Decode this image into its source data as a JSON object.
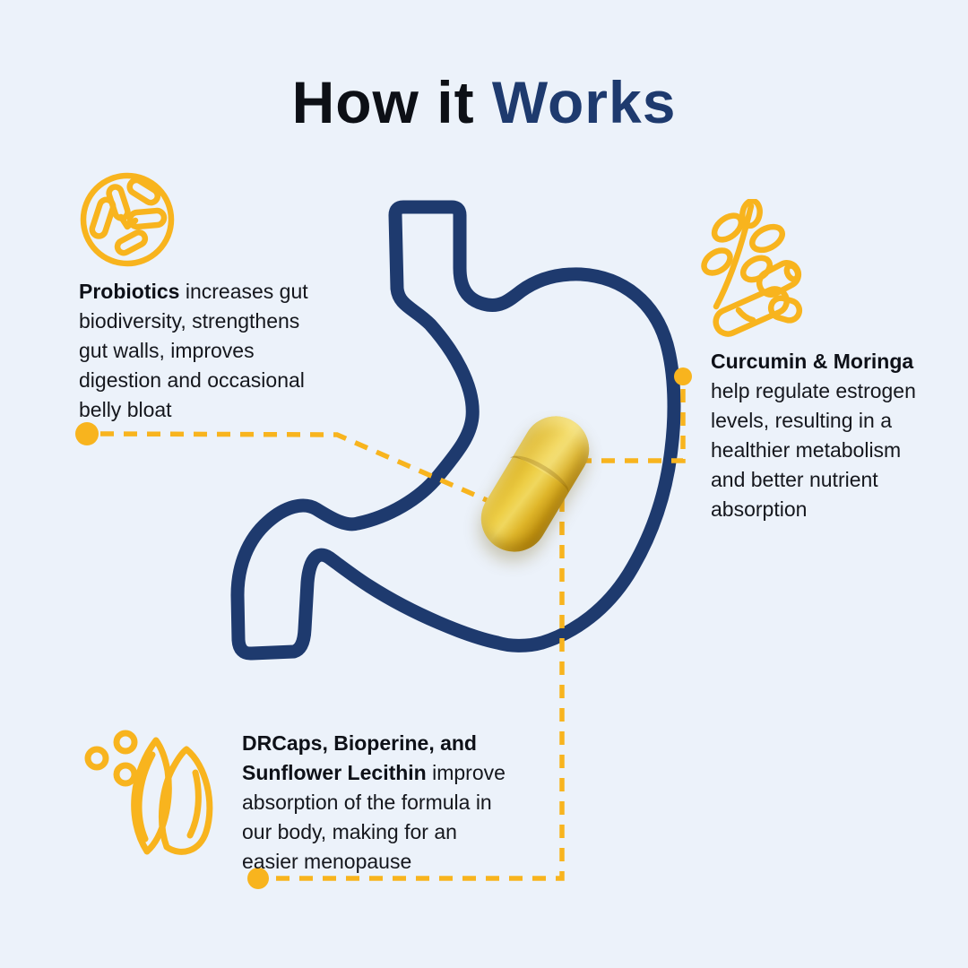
{
  "page": {
    "background": "#ecf2fa",
    "accent_yellow": "#f8b41e",
    "navy": "#1e3a6e"
  },
  "title": {
    "part1": "How it ",
    "part2": "Works"
  },
  "callouts": [
    {
      "id": "probiotics",
      "icon": "probiotics-bacteria-icon",
      "lead": "Probiotics",
      "body": " increases gut biodiversity, strengthens gut walls, improves digestion and occasional belly bloat"
    },
    {
      "id": "curcumin-moringa",
      "icon": "curcumin-moringa-icon",
      "lead": "Curcumin & Moringa",
      "body": " help regulate estrogen levels, resulting in a healthier metabolism and better nutrient absorption"
    },
    {
      "id": "drcaps",
      "icon": "sunflower-seeds-icon",
      "lead": "DRCaps, Bioperine, and Sunflower Lecithin",
      "body": " improve absorption of the formula in our body, making for an easier menopause"
    }
  ],
  "illustration": {
    "stomach": "stomach-outline",
    "capsule": "supplement-capsule"
  }
}
